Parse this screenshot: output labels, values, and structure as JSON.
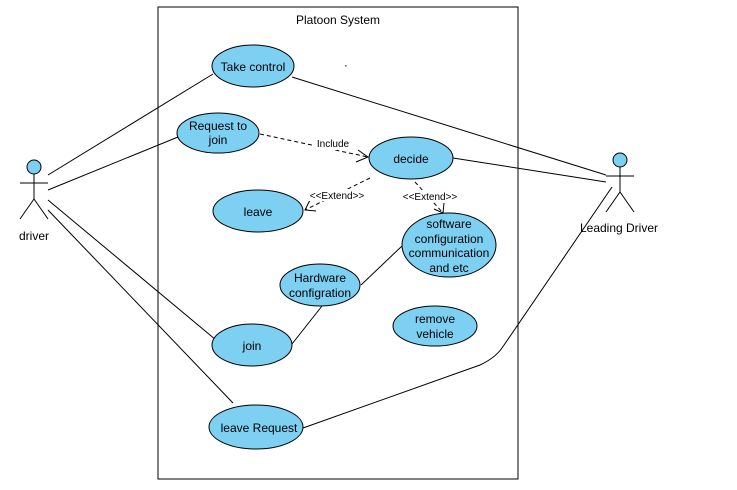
{
  "system": {
    "title": "Platoon System"
  },
  "actors": {
    "driver": "driver",
    "leading_driver": "Leading Driver"
  },
  "use_cases": {
    "take_control": [
      "Take control"
    ],
    "request_to_join": [
      "Request to",
      "join"
    ],
    "decide": [
      "decide"
    ],
    "leave": [
      "leave"
    ],
    "software_config": [
      "software",
      "configuration",
      "communication",
      "and etc"
    ],
    "hardware_config": [
      "Hardware",
      "configration"
    ],
    "remove_vehicle": [
      "remove",
      "vehicle"
    ],
    "join": [
      "join"
    ],
    "leave_request": [
      "leave Request"
    ]
  },
  "relations": {
    "include": "Include",
    "extend_leave": "<<Extend>>",
    "extend_software": "<<Extend>>"
  },
  "colors": {
    "use_case_fill": "#7dd0f2",
    "stroke": "#000000",
    "background": "#ffffff"
  }
}
